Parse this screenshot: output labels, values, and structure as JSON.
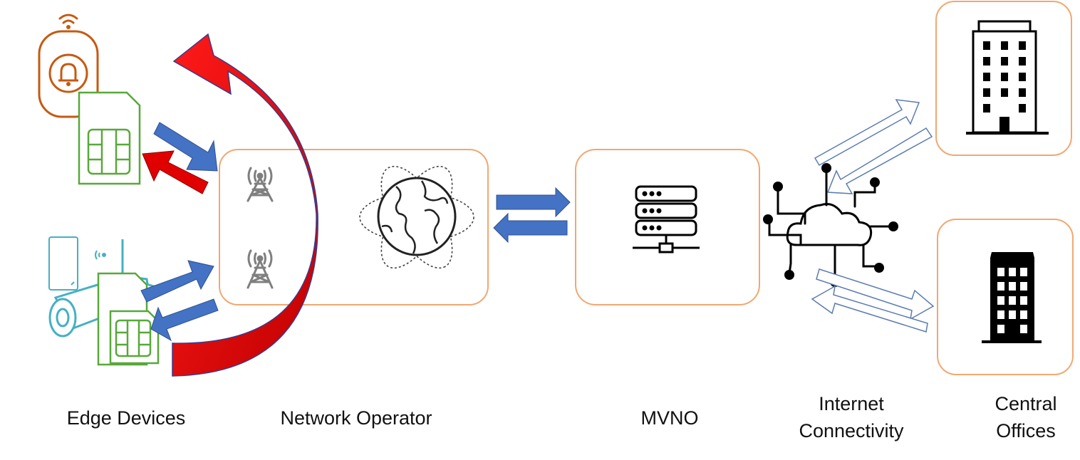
{
  "labels": {
    "edge_devices": "Edge Devices",
    "network_operator": "Network Operator",
    "mvno": "MVNO",
    "internet_line1": "Internet",
    "internet_line2": "Connectivity",
    "central_line1": "Central",
    "central_line2": "Offices"
  },
  "colors": {
    "box_border": "#f0a872",
    "sim_green": "#58a83a",
    "alarm_orange": "#c55a11",
    "arrow_blue": "#4472c4",
    "arrow_red": "#e00000",
    "icon_gray": "#7f7f7f",
    "icon_black": "#000000",
    "camera_teal": "#45b0c4"
  }
}
